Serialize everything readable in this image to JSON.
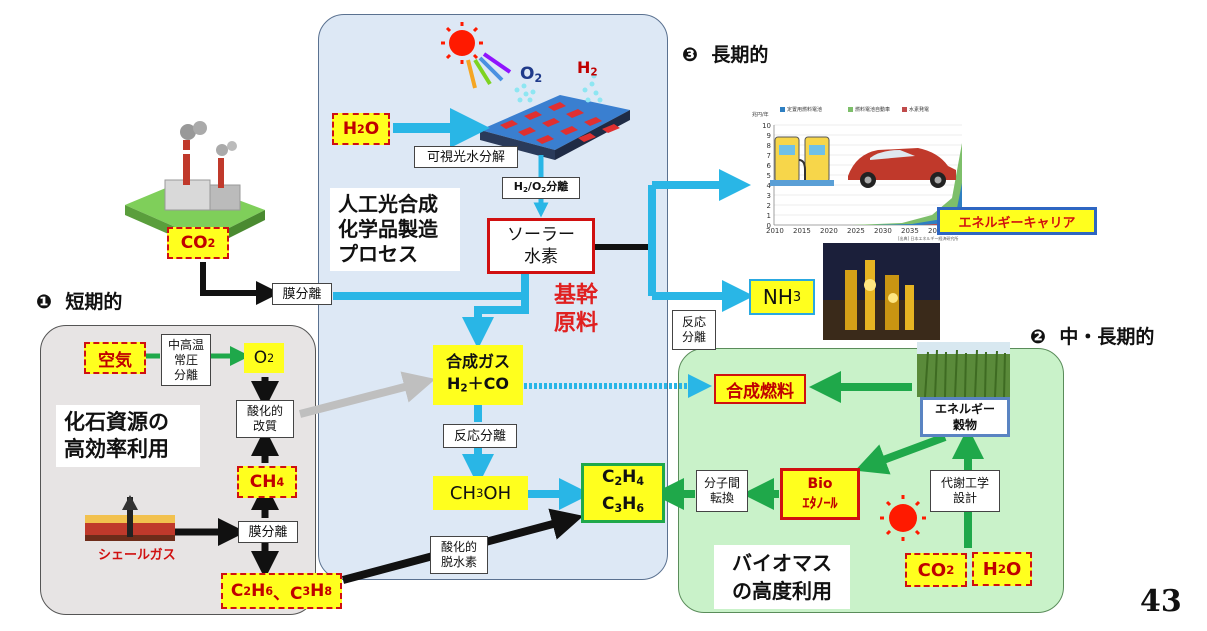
{
  "headings": {
    "short_term_num": "❶",
    "short_term": "短期的",
    "long_term_num": "❸",
    "long_term": "長期的",
    "mid_long_num": "❷",
    "mid_long": "中・長期的"
  },
  "left": {
    "air": "空気",
    "mid_temp_sep": [
      "中高温",
      "常圧",
      "分離"
    ],
    "o2": "O",
    "o2_sub": "2",
    "oxidative_reform": [
      "酸化的",
      "改質"
    ],
    "fossil_title": [
      "化石資源の",
      "高効率利用"
    ],
    "ch4": "CH",
    "ch4_sub": "4",
    "membrane_sep": "膜分離",
    "shale_gas": "シェールガス",
    "c2h6_c3h8": [
      "C",
      "2",
      "H",
      "6",
      "、C",
      "3",
      "H",
      "8"
    ]
  },
  "factory": {
    "co2": "CO",
    "co2_sub": "2",
    "membrane_sep": "膜分離"
  },
  "center": {
    "h2o": "H",
    "h2o_sub": "2",
    "h2o_tail": "O",
    "visible_water_split": "可視光水分解",
    "o2_label": "O",
    "o2_label_sub": "2",
    "h2_label": "H",
    "h2_label_sub": "2",
    "h2o2_sep": [
      "H",
      "2",
      "/O",
      "2",
      "分離"
    ],
    "process_title": [
      "人工光合成",
      "化学品製造",
      "プロセス"
    ],
    "solar_h2": [
      "ソーラー",
      "水素"
    ],
    "base_material": [
      "基幹",
      "原料"
    ],
    "syngas": [
      "合成ガス",
      "H",
      "2",
      "＋CO"
    ],
    "reaction_sep": "反応分離",
    "ch3oh": [
      "CH",
      "3",
      "OH"
    ],
    "ethylene_propylene": [
      "C",
      "2",
      "H",
      "4",
      "C",
      "3",
      "H",
      "6"
    ],
    "oxidative_dehydro": [
      "酸化的",
      "脱水素"
    ],
    "reaction_sep2": [
      "反応",
      "分離"
    ]
  },
  "long_term": {
    "nh3": [
      "NH",
      "3"
    ],
    "energy_carrier": "エネルギーキャリア",
    "mini_chart": {
      "ylabel": "兆円/年",
      "legend": [
        "定置用燃料電池",
        "燃料電池自動車",
        "水素発電"
      ],
      "yticks": [
        "10",
        "9",
        "8",
        "7",
        "6",
        "5",
        "4",
        "3",
        "2",
        "1",
        "0"
      ],
      "xticks": [
        "2010",
        "2015",
        "2020",
        "2025",
        "2030",
        "2035",
        "2040",
        "20"
      ],
      "source": "[出典] 日本エネルギー経済研究所"
    }
  },
  "right": {
    "synthetic_fuel": "合成燃料",
    "energy_crop": [
      "エネルギー",
      "穀物"
    ],
    "intermolecular": [
      "分子間",
      "転換"
    ],
    "bio_ethanol": [
      "Bio",
      "ｴﾀﾉｰﾙ"
    ],
    "metabolic_eng": [
      "代謝工学",
      "設計"
    ],
    "co2": [
      "CO",
      "2"
    ],
    "h2o": [
      "H",
      "2",
      "O"
    ],
    "biomass_title": [
      "バイオマス",
      "の高度利用"
    ]
  },
  "page_number": "43",
  "colors": {
    "arrow_cyan": "#29b6e6",
    "arrow_green": "#1fa84a",
    "arrow_gray": "#bfbfbf",
    "box_yellow": "#ffff1e",
    "dash_red": "#d01010",
    "sun_red": "#ff1a00"
  }
}
